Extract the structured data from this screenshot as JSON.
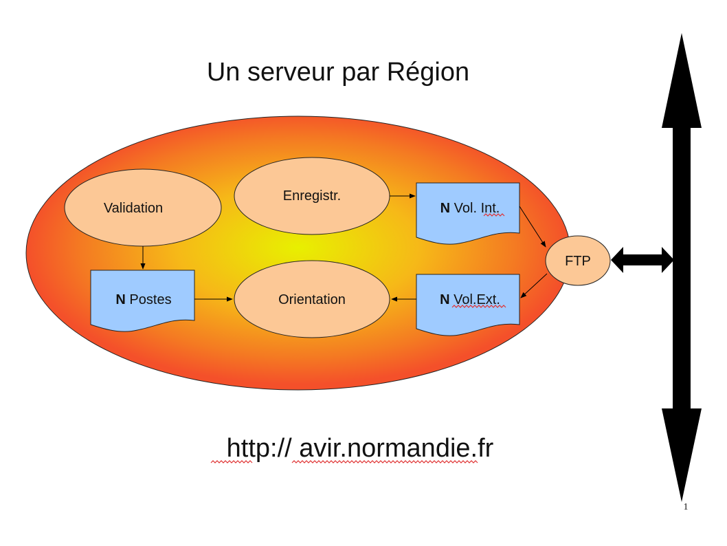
{
  "title": "Un serveur par  Région",
  "nodes": {
    "validation": "Validation",
    "enregistr": "Enregistr.",
    "orientation": "Orientation",
    "ftp": "FTP",
    "postes": {
      "prefix": "N",
      "label": " Postes"
    },
    "vol_int": {
      "prefix": "N",
      "label": " Vol. Int."
    },
    "vol_ext": {
      "prefix": "N",
      "label": " Vol.Ext."
    }
  },
  "url": "http:// avir.normandie.fr",
  "page_number": "1",
  "colors": {
    "region_center": "#e8f000",
    "region_edge": "#f4502a",
    "process_fill": "#fcc896",
    "document_fill": "#9fcbff",
    "arrow": "#000000",
    "spellcheck": "#e03030"
  }
}
